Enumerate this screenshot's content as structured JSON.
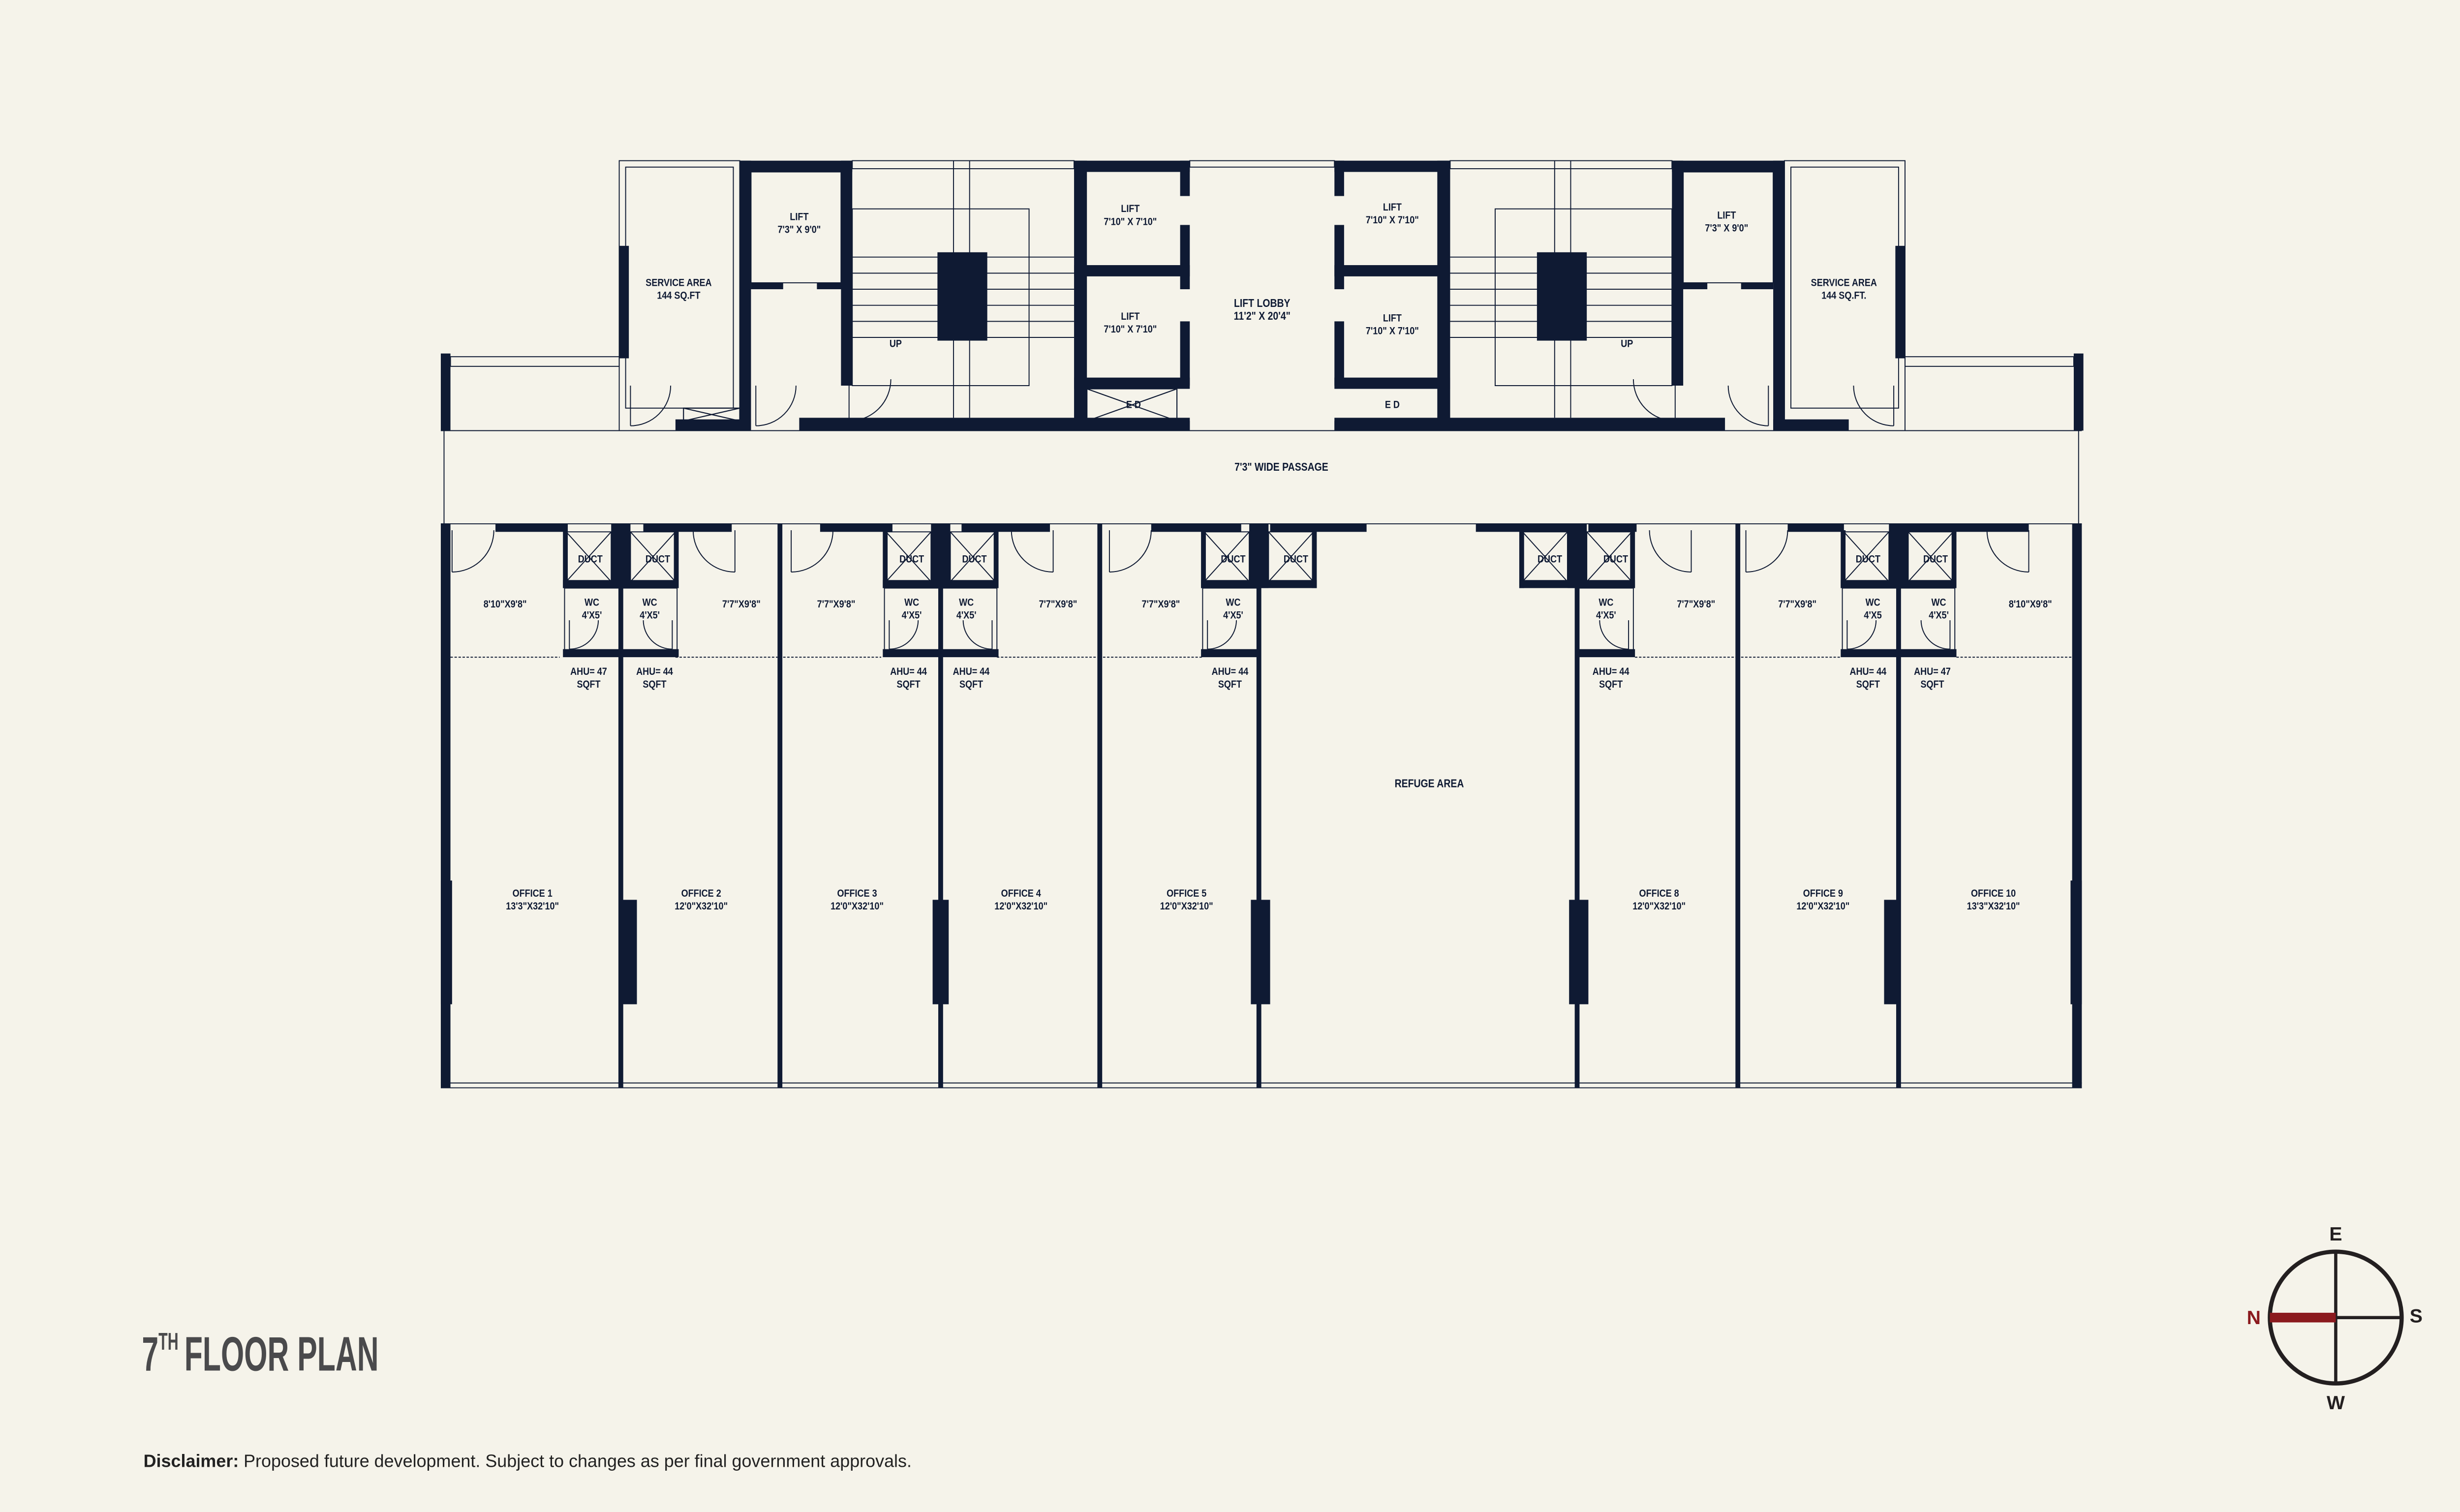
{
  "title": {
    "number": "7",
    "suffix": "TH",
    "text": "FLOOR PLAN"
  },
  "disclaimer": {
    "label": "Disclaimer:",
    "text": "Proposed future development. Subject to changes as per final government approvals."
  },
  "colors": {
    "background": "#f5f3ea",
    "wall": "#0f1a33",
    "north": "#8b1a1e",
    "compass": "#231f20",
    "title": "#4a4a4c"
  },
  "compass": {
    "north": "N",
    "east": "E",
    "south": "S",
    "west": "W"
  },
  "core": {
    "service_left": [
      "SERVICE  AREA",
      "144 SQ.FT"
    ],
    "service_right": [
      "SERVICE  AREA",
      "144 SQ.FT."
    ],
    "lift_left_small": [
      "LIFT",
      "7'3\" X 9'0\""
    ],
    "lift_left_top": [
      "LIFT",
      "7'10\" X 7'10\""
    ],
    "lift_left_bottom": [
      "LIFT",
      "7'10\" X 7'10\""
    ],
    "lift_lobby": [
      "LIFT  LOBBY",
      "11'2\" X 20'4\""
    ],
    "lift_right_top": [
      "LIFT",
      "7'10\" X 7'10\""
    ],
    "lift_right_bottom": [
      "LIFT",
      "7'10\" X 7'10\""
    ],
    "lift_right_small": [
      "LIFT",
      "7'3\" X 9'0\""
    ],
    "ed_left": "E D",
    "ed_right": "E D",
    "stair_left": "UP",
    "stair_right": "UP",
    "passage": "7'3\" WIDE PASSAGE"
  },
  "ducts": [
    "DUCT",
    "DUCT",
    "DUCT",
    "DUCT",
    "DUCT",
    "DUCT",
    "DUCT",
    "DUCT",
    "DUCT",
    "DUCT"
  ],
  "wcs": [
    [
      "WC",
      "4'X5'"
    ],
    [
      "WC",
      "4'X5'"
    ],
    [
      "WC",
      "4'X5'"
    ],
    [
      "WC",
      "4'X5'"
    ],
    [
      "WC",
      "4'X5'"
    ],
    [
      "WC",
      "4'X5'"
    ],
    [
      "WC",
      "4'X5"
    ],
    [
      "WC",
      "4'X5'"
    ]
  ],
  "pantries": [
    "8'10\"X9'8\"",
    "7'7\"X9'8\"",
    "7'7\"X9'8\"",
    "7'7\"X9'8\"",
    "7'7\"X9'8\"",
    "7'7\"X9'8\"",
    "7'7\"X9'8\"",
    "8'10\"X9'8\""
  ],
  "ahus": [
    [
      "AHU= 47",
      "SQFT"
    ],
    [
      "AHU= 44",
      "SQFT"
    ],
    [
      "AHU= 44",
      "SQFT"
    ],
    [
      "AHU= 44",
      "SQFT"
    ],
    [
      "AHU= 44",
      "SQFT"
    ],
    [
      "AHU= 44",
      "SQFT"
    ],
    [
      "AHU= 44",
      "SQFT"
    ],
    [
      "AHU= 47",
      "SQFT"
    ]
  ],
  "offices": [
    {
      "name": "OFFICE 1",
      "size": "13'3\"X32'10\""
    },
    {
      "name": "OFFICE 2",
      "size": "12'0\"X32'10\""
    },
    {
      "name": "OFFICE 3",
      "size": "12'0\"X32'10\""
    },
    {
      "name": "OFFICE 4",
      "size": "12'0\"X32'10\""
    },
    {
      "name": "OFFICE 5",
      "size": "12'0\"X32'10\""
    },
    {
      "name": "OFFICE 8",
      "size": "12'0\"X32'10\""
    },
    {
      "name": "OFFICE 9",
      "size": "12'0\"X32'10\""
    },
    {
      "name": "OFFICE 10",
      "size": "13'3\"X32'10\""
    }
  ],
  "refuge": "REFUGE AREA"
}
